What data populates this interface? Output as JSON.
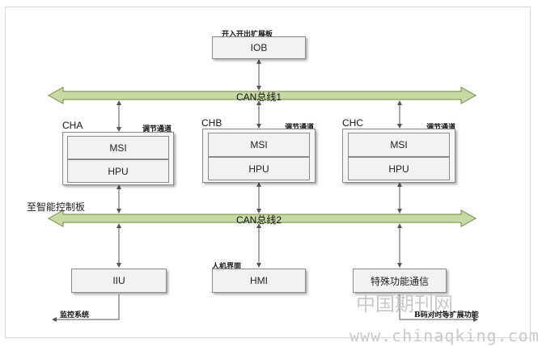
{
  "iob": {
    "title": "开入开出扩展板",
    "label": "IOB"
  },
  "bus1": {
    "label": "CAN总线1"
  },
  "bus2": {
    "label": "CAN总线2"
  },
  "channels": [
    {
      "name": "CHA",
      "tag": "调节通道",
      "top": "MSI",
      "bottom": "HPU"
    },
    {
      "name": "CHB",
      "tag": "调节通道",
      "top": "MSI",
      "bottom": "HPU"
    },
    {
      "name": "CHC",
      "tag": "调节通道",
      "top": "MSI",
      "bottom": "HPU"
    }
  ],
  "to_smart_board": "至智能控制板",
  "iiu": {
    "label": "IIU",
    "output": "监控系统"
  },
  "hmi": {
    "title": "人机界面",
    "label": "HMI"
  },
  "special": {
    "label": "特殊功能通信",
    "output": "B码对时等扩展功能"
  },
  "watermark": {
    "line1": "中国期刊网",
    "line2": "www.chinaqking.com"
  },
  "colors": {
    "bus_fill": "#c9d9a6",
    "bus_stroke": "#6f8a3a",
    "box_fill": "#f2f2f2",
    "line": "#555555"
  }
}
